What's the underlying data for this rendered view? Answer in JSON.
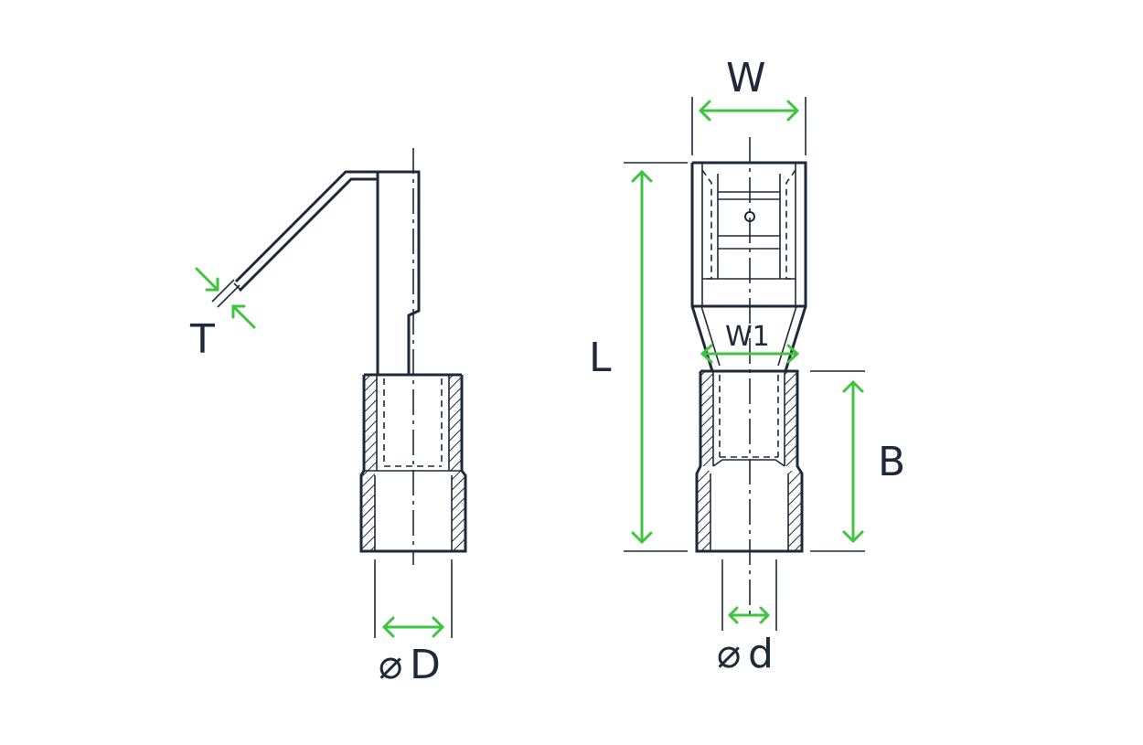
{
  "colors": {
    "outline": "#1e2a3a",
    "dimension": "#3ec43e",
    "background": "#ffffff"
  },
  "labels": {
    "T": "T",
    "D": "D",
    "W": "W",
    "W1": "W1",
    "L": "L",
    "B": "B",
    "d": "d",
    "diameter_symbol": "⌀"
  }
}
